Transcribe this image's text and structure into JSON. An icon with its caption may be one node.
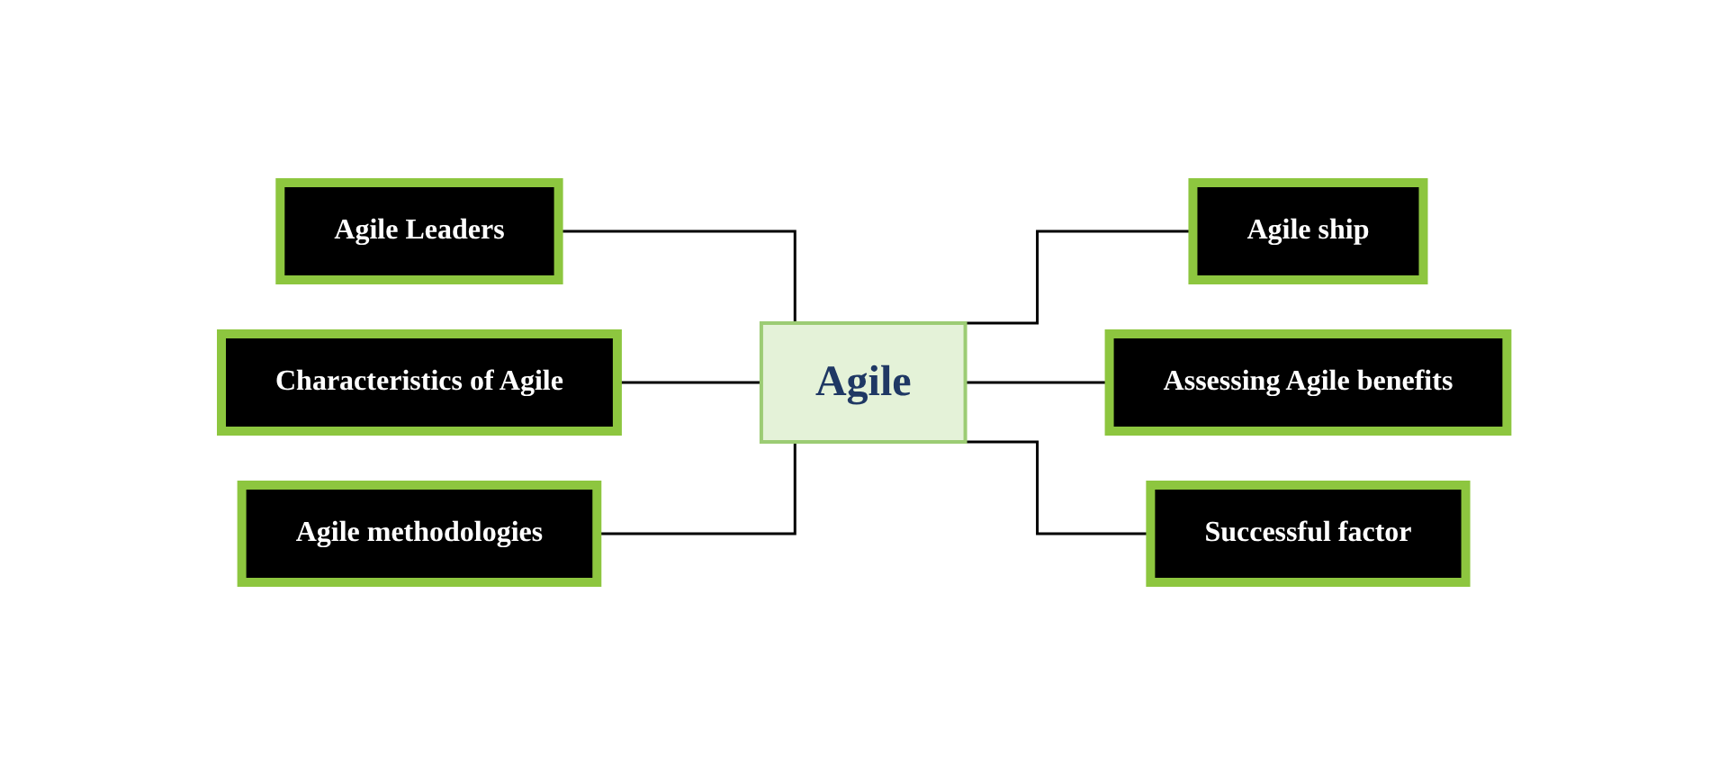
{
  "diagram": {
    "nodes": [
      {
        "text": [
          "Agile ship"
        ]
      },
      {
        "text": [
          "Agile Leaders"
        ]
      },
      {
        "text": [
          "Assessing Agile benefits"
        ]
      },
      {
        "text": [
          "Agile"
        ]
      },
      {
        "text": [
          "Characteristics of Agile"
        ]
      },
      {
        "text": [
          "Successful factor"
        ]
      },
      {
        "text": [
          "Agile methodologies"
        ]
      }
    ],
    "edges": [
      {
        "from": 3,
        "to": 0,
        "arrow": "none"
      },
      {
        "from": 3,
        "to": 1,
        "arrow": "none"
      },
      {
        "from": 3,
        "to": 2,
        "arrow": "none"
      },
      {
        "from": 3,
        "to": 4,
        "arrow": "none"
      },
      {
        "from": 3,
        "to": 5,
        "arrow": "none"
      },
      {
        "from": 3,
        "to": 6,
        "arrow": "none"
      }
    ]
  }
}
